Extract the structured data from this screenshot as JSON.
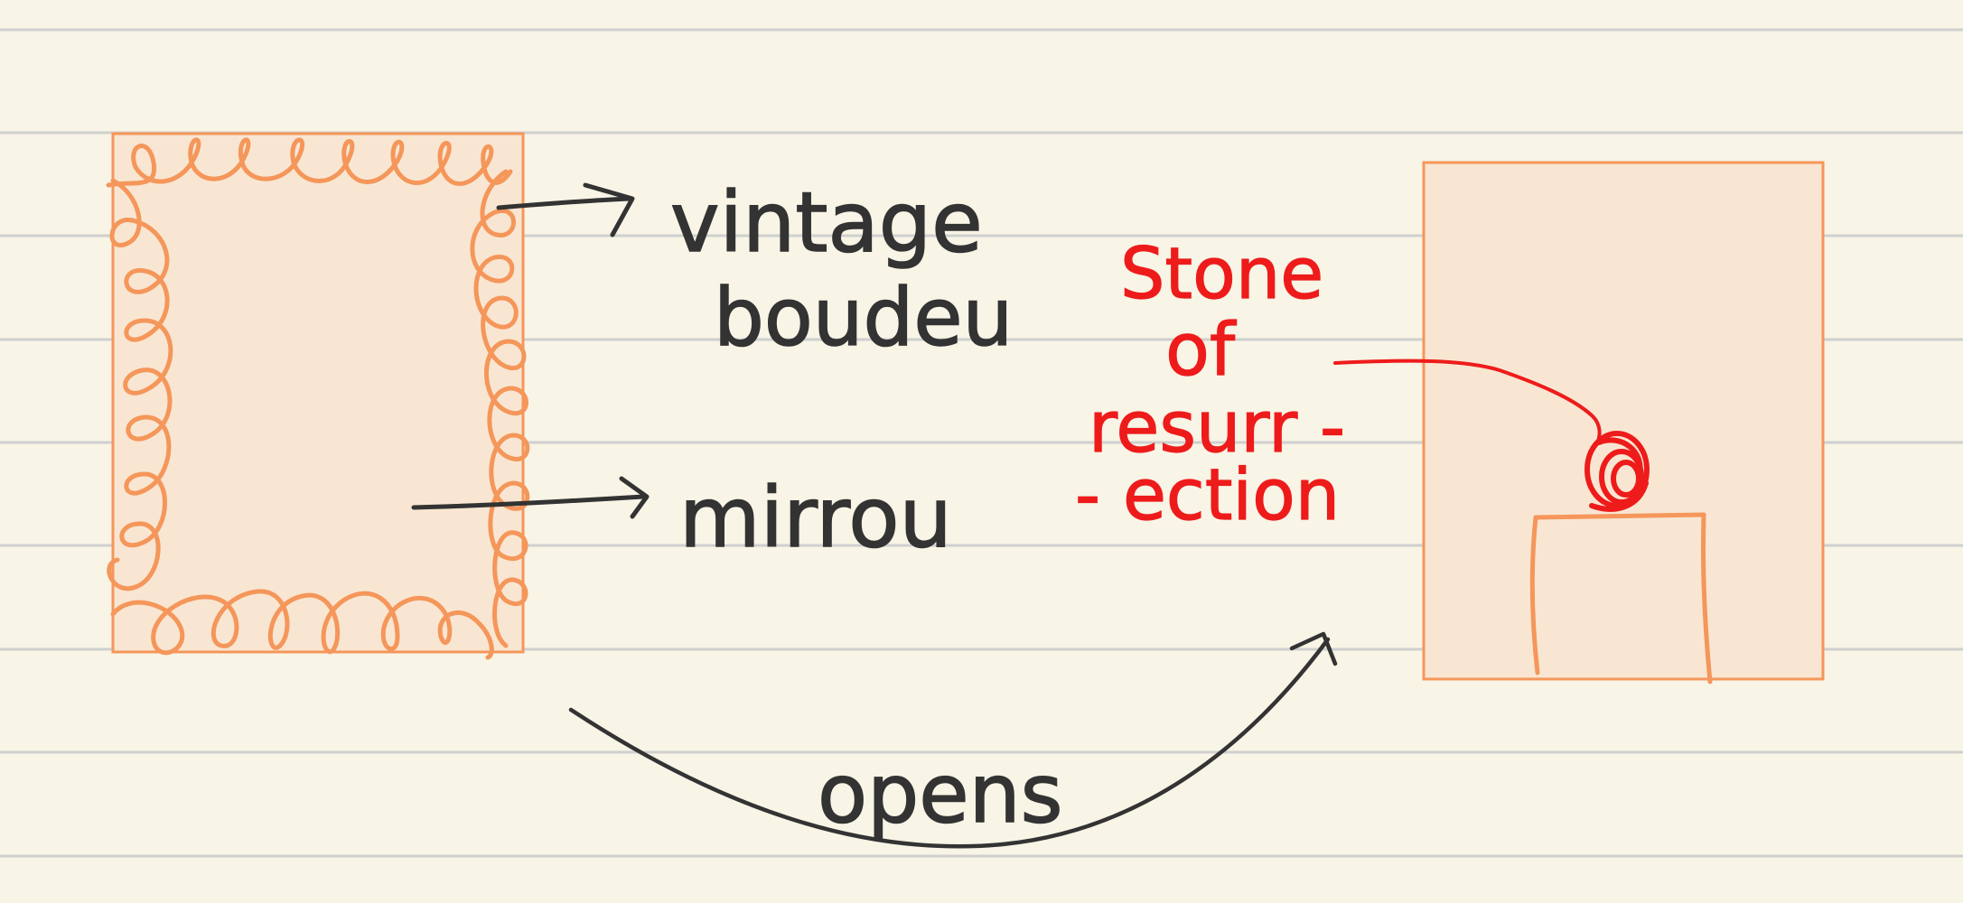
{
  "labels": {
    "vintage_line1": "vintage",
    "vintage_line2": "boudeu",
    "mirror": "mirrou",
    "stone_line1": "Stone",
    "stone_line2": "of",
    "stone_line3": "resurr -",
    "stone_line4": "- ection",
    "opens": "opens"
  },
  "colors": {
    "paper": "#f8f4e6",
    "rule": "#cfd0cf",
    "orange_stroke": "#f5965a",
    "orange_fill": "#f8e6d2",
    "ink": "#333333",
    "red": "#ee1b1b"
  },
  "icons": {
    "mirror_frame": "ornate-loop-frame",
    "stone": "scribbled-stone",
    "pedestal": "box-pedestal"
  }
}
